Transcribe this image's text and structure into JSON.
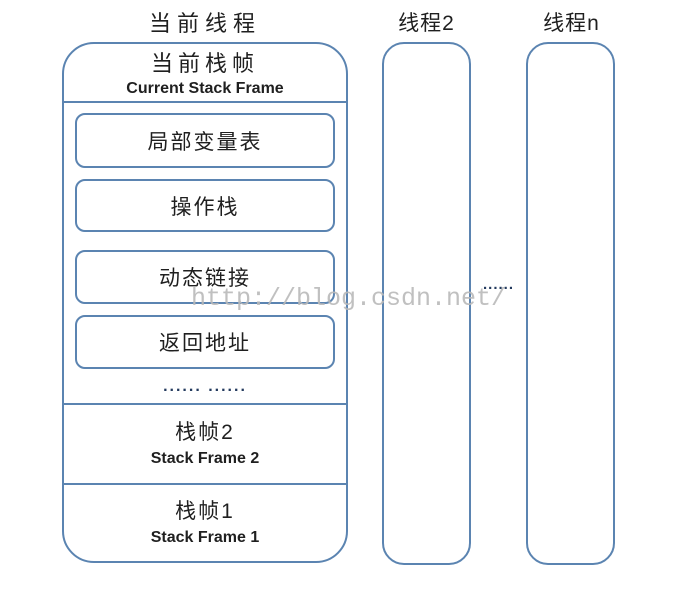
{
  "colors": {
    "border": "#5b84b1",
    "text": "#1f1f1f",
    "dots": "#233a5e",
    "watermark": "#b9b9b9"
  },
  "current_thread": {
    "title": "当前线程",
    "current_frame": {
      "title_zh": "当前栈帧",
      "title_en": "Current Stack Frame"
    },
    "frame_parts": [
      "局部变量表",
      "操作栈",
      "动态链接",
      "返回地址"
    ],
    "ellipsis": "...... ......",
    "frames": [
      {
        "zh": "栈帧2",
        "en": "Stack Frame 2"
      },
      {
        "zh": "栈帧1",
        "en": "Stack Frame 1"
      }
    ]
  },
  "thread2": {
    "title": "线程2"
  },
  "threadN": {
    "title": "线程n"
  },
  "between_ellipsis": "......",
  "watermark": "http://blog.csdn.net/"
}
